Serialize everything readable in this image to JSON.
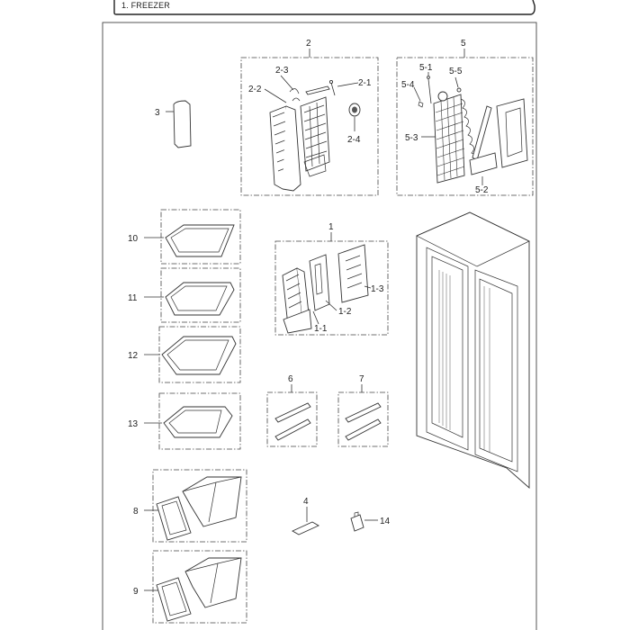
{
  "header": {
    "title": "1. FREEZER"
  },
  "labels": {
    "l1": "1",
    "l1_1": "1-1",
    "l1_2": "1-2",
    "l1_3": "1-3",
    "l2": "2",
    "l2_1": "2-1",
    "l2_2": "2-2",
    "l2_3": "2-3",
    "l2_4": "2-4",
    "l3": "3",
    "l4": "4",
    "l5": "5",
    "l5_1": "5-1",
    "l5_2": "5-2",
    "l5_3": "5-3",
    "l5_4": "5-4",
    "l5_5": "5-5",
    "l6": "6",
    "l7": "7",
    "l8": "8",
    "l9": "9",
    "l10": "10",
    "l11": "11",
    "l12": "12",
    "l13": "13",
    "l14": "14"
  }
}
